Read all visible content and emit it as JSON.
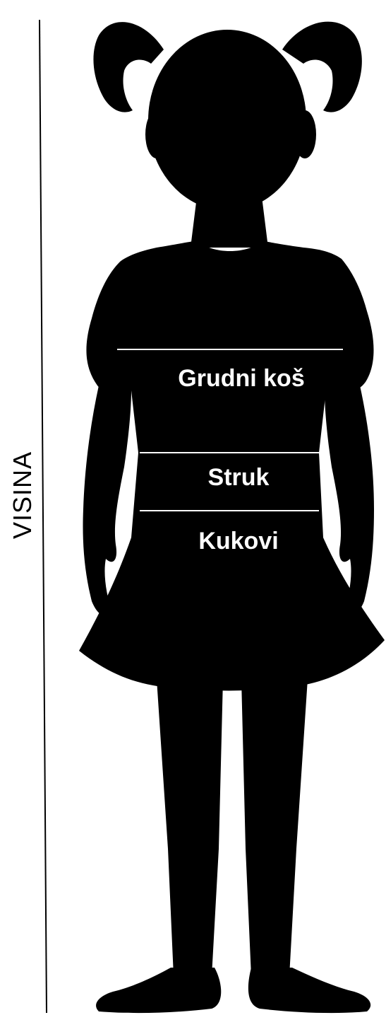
{
  "measurements": {
    "height_label": "VISINA",
    "chest_label": "Grudni koš",
    "waist_label": "Struk",
    "hips_label": "Kukovi"
  },
  "colors": {
    "silhouette": "#000000",
    "background": "#ffffff",
    "guide_lines": "#ffffff"
  }
}
